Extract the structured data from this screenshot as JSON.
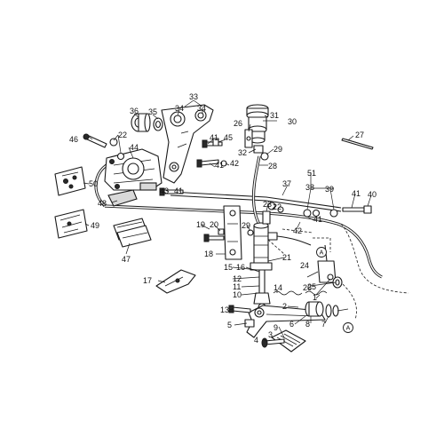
{
  "callouts": [
    "1",
    "2",
    "3",
    "4",
    "5",
    "6",
    "7",
    "8",
    "9",
    "10",
    "11",
    "12",
    "13",
    "14",
    "15",
    "16",
    "17",
    "18",
    "19",
    "20",
    "21",
    "22",
    "23",
    "24",
    "25",
    "26",
    "27",
    "28",
    "29",
    "30",
    "31",
    "32",
    "33",
    "34",
    "35",
    "36",
    "37",
    "38",
    "39",
    "40",
    "41",
    "42",
    "43",
    "44",
    "45",
    "46",
    "47",
    "48",
    "49",
    "50",
    "51"
  ],
  "refs": [
    "A"
  ],
  "colors": {
    "ink": "#1a1a1a",
    "paper": "#ffffff",
    "shade": "#d9d9d9"
  }
}
